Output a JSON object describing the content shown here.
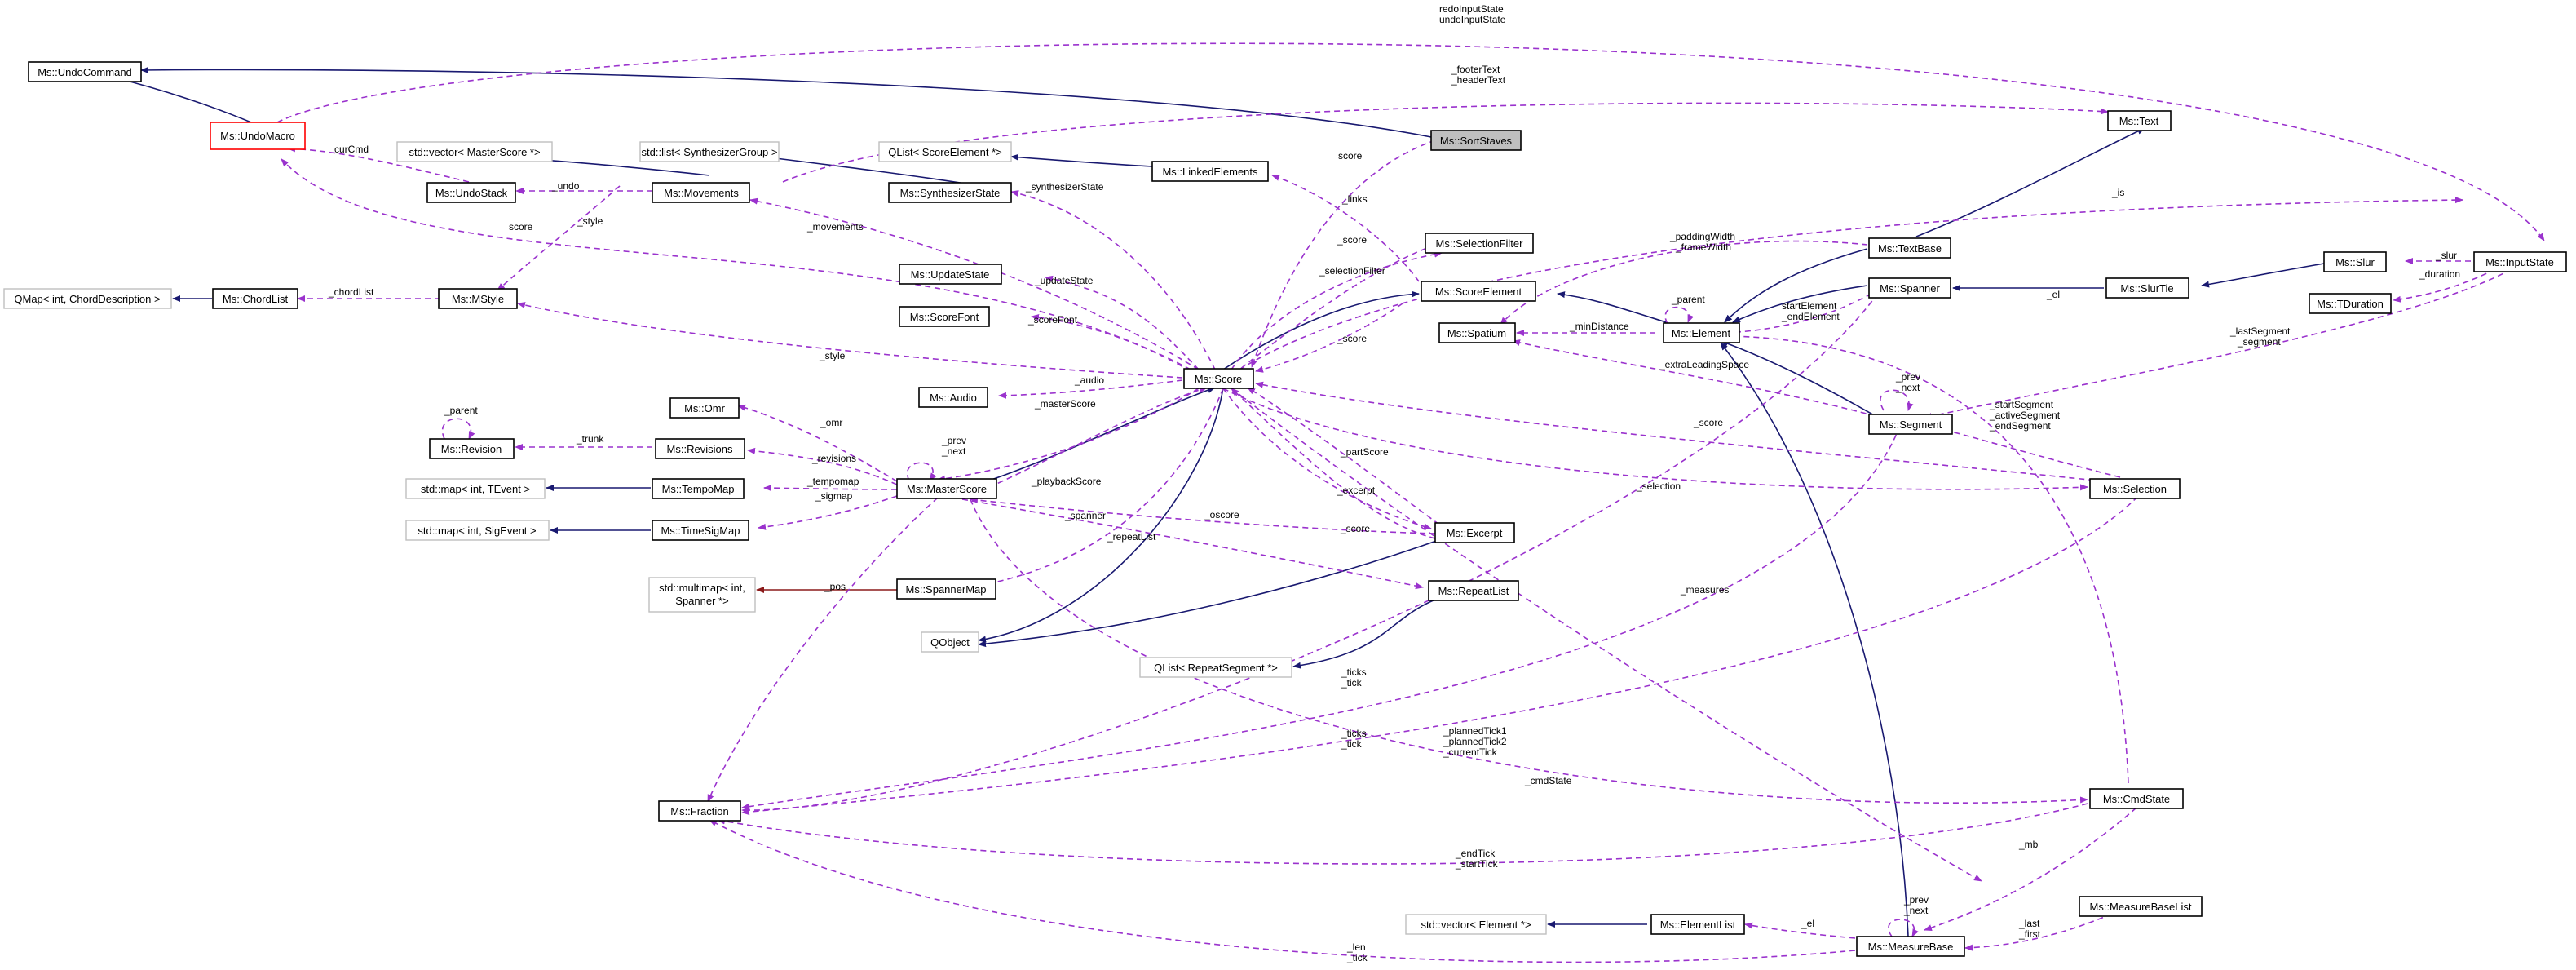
{
  "colors": {
    "inheritance": "#191970",
    "usage": "#9a32cd",
    "template": "#8b1a1a",
    "external_border": "#bfbfbf",
    "highlight_border": "#ff0000",
    "root_fill": "#bfbfbf"
  },
  "nodes": {
    "undocommand": "Ms::UndoCommand",
    "undomacro": "Ms::UndoMacro",
    "vector_masterscore": "std::vector< MasterScore *>",
    "undostack": "Ms::UndoStack",
    "list_synthgroup": "std::list< SynthesizerGroup >",
    "movements": "Ms::Movements",
    "qlist_scoreelement": "QList< ScoreElement *>",
    "linkedelements": "Ms::LinkedElements",
    "sortstaves": "Ms::SortStaves",
    "synthesizerstate": "Ms::SynthesizerState",
    "text": "Ms::Text",
    "qmap_chorddesc": "QMap< int, ChordDescription >",
    "chordlist": "Ms::ChordList",
    "mstyle": "Ms::MStyle",
    "updatestate": "Ms::UpdateState",
    "scorefont": "Ms::ScoreFont",
    "audio": "Ms::Audio",
    "selectionfilter": "Ms::SelectionFilter",
    "scoreelement": "Ms::ScoreElement",
    "spatium": "Ms::Spatium",
    "score": "Ms::Score",
    "textbase": "Ms::TextBase",
    "element": "Ms::Element",
    "spanner": "Ms::Spanner",
    "slurtie": "Ms::SlurTie",
    "slur": "Ms::Slur",
    "inputstate": "Ms::InputState",
    "tduration": "Ms::TDuration",
    "omr": "Ms::Omr",
    "revision": "Ms::Revision",
    "revisions": "Ms::Revisions",
    "map_tevent": "std::map< int, TEvent >",
    "tempomap": "Ms::TempoMap",
    "masterscore": "Ms::MasterScore",
    "map_sigevent": "std::map< int, SigEvent >",
    "timesigmap": "Ms::TimeSigMap",
    "multimap_spanner_1": "std::multimap< int,",
    "multimap_spanner_2": "Spanner *>",
    "spannermap": "Ms::SpannerMap",
    "qobject": "QObject",
    "excerpt": "Ms::Excerpt",
    "repeatlist": "Ms::RepeatList",
    "segment": "Ms::Segment",
    "selection": "Ms::Selection",
    "qlist_repeatsegment": "QList< RepeatSegment *>",
    "fraction": "Ms::Fraction",
    "cmdstate": "Ms::CmdState",
    "measurebaselist": "Ms::MeasureBaseList",
    "vector_element": "std::vector< Element *>",
    "elementlist": "Ms::ElementList",
    "measurebase": "Ms::MeasureBase"
  },
  "labels": {
    "redo_undo_input_state_1": "redoInputState",
    "redo_undo_input_state_2": "undoInputState",
    "footer_header_1": "_footerText",
    "footer_header_2": "_headerText",
    "curcmd": "curCmd",
    "undo": "_undo",
    "score_sortstaves": "score",
    "links": "_links",
    "synthesizerstate": "_synthesizerState",
    "is": "_is",
    "style_movements": "_style",
    "score_undomacro": "score",
    "movements": "_movements",
    "score_selectionfilter": "_score",
    "selectionfilter": "_selectionFilter",
    "padding_frame_1": "_paddingWidth",
    "padding_frame_2": "_frameWidth",
    "slur": "_slur",
    "duration": "_duration",
    "chordlist": "_chordList",
    "updatestate": "_updateState",
    "parent_element": "_parent",
    "scorefont": "_scoreFont",
    "score_scoreelement": "_score",
    "startend_1": "startElement",
    "startend_2": "_endElement",
    "mindistance": "_minDistance",
    "el_cmdstate": "_el",
    "lastsegment_1": "_lastSegment",
    "lastsegment_2": "_segment",
    "style_score": "_style",
    "audio": "_audio",
    "extraleadingspace": "_extraLeadingSpace",
    "prev_next_segment_1": "_prev",
    "prev_next_segment_2": "_next",
    "omr": "_omr",
    "masterscore": "_masterScore",
    "parent_revision": "_parent",
    "trunk": "_trunk",
    "prev_next_master_1": "_prev",
    "prev_next_master_2": "_next",
    "revisions": "_revisions",
    "segs_1": "_startSegment",
    "segs_2": "_activeSegment",
    "segs_3": "_endSegment",
    "partscore": "_partScore",
    "score_selection": "_score",
    "tempomap": "_tempomap",
    "playbackscore": "_playbackScore",
    "selection": "_selection",
    "sigmap": "_sigmap",
    "excerpt": "_excerpt",
    "oscore": "_oscore",
    "spanner": "_spanner",
    "score_excerpt": "_score",
    "repeatlist": "_repeatList",
    "pos": "_pos",
    "measures": "_measures",
    "ticks_1_a": "_ticks",
    "ticks_1_b": "_tick",
    "ticks_2_a": "_ticks",
    "ticks_2_b": "_tick",
    "planned_1": "_plannedTick1",
    "planned_2": "_plannedTick2",
    "planned_3": "_currentTick",
    "cmdstate": "_cmdState",
    "mb": "_mb",
    "endstart_1": "_endTick",
    "endstart_2": "_startTick",
    "prev_next_mb_1": "_prev",
    "prev_next_mb_2": "_next",
    "el_elementlist": "_el",
    "last_first_1": "_last",
    "last_first_2": "_first",
    "len_tick_1": "_len",
    "len_tick_2": "_tick"
  }
}
